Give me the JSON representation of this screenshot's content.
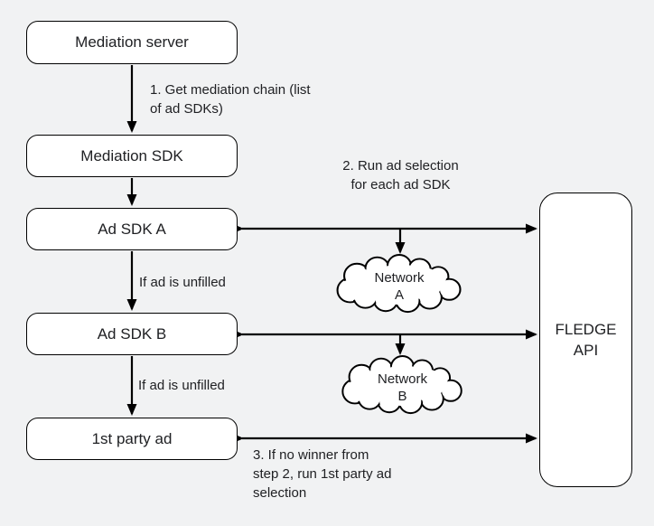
{
  "nodes": {
    "mediation_server": {
      "label": "Mediation server"
    },
    "mediation_sdk": {
      "label": "Mediation SDK"
    },
    "ad_sdk_a": {
      "label": "Ad SDK A"
    },
    "ad_sdk_b": {
      "label": "Ad SDK B"
    },
    "first_party_ad": {
      "label": "1st party ad"
    },
    "fledge_api": {
      "line1": "FLEDGE",
      "line2": "API"
    }
  },
  "clouds": {
    "network_a": {
      "line1": "Network",
      "line2": "A"
    },
    "network_b": {
      "line1": "Network",
      "line2": "B"
    }
  },
  "annotations": {
    "step1": {
      "lines": [
        "1. Get mediation chain (list",
        "of ad SDKs)"
      ]
    },
    "step2": {
      "lines": [
        "2. Run ad selection",
        "for each ad SDK"
      ]
    },
    "unfilled_a": {
      "label": "If ad is unfilled"
    },
    "unfilled_b": {
      "label": "If ad is unfilled"
    },
    "step3": {
      "lines": [
        "3. If no winner from",
        "step 2, run 1st party ad",
        "selection"
      ]
    }
  },
  "colors": {
    "background": "#f1f2f3",
    "node_fill": "#ffffff",
    "line": "#000000",
    "text": "#202124"
  }
}
